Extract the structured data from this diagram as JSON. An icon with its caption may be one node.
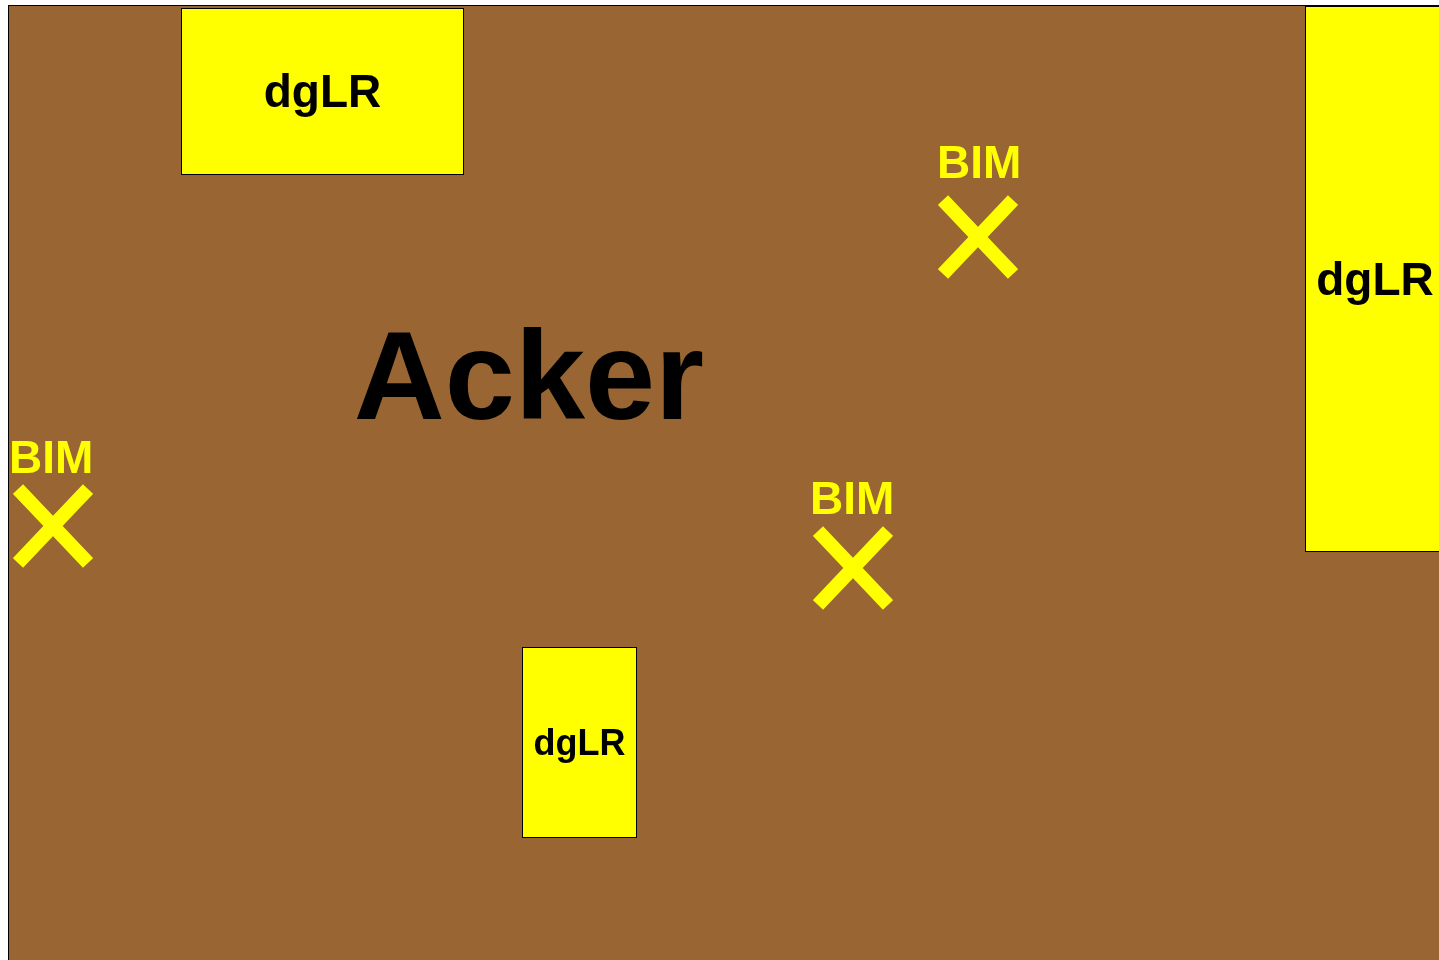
{
  "diagram": {
    "nodes": [
      {
        "text": [
          "Acker"
        ]
      },
      {
        "text": [
          "dgLR"
        ],
        "in": 0
      },
      {
        "text": [
          "dgLR"
        ],
        "in": 0
      },
      {
        "text": [
          "dgLR"
        ],
        "in": 0
      }
    ],
    "labels": [
      "BIM",
      "BIM",
      "BIM"
    ]
  }
}
